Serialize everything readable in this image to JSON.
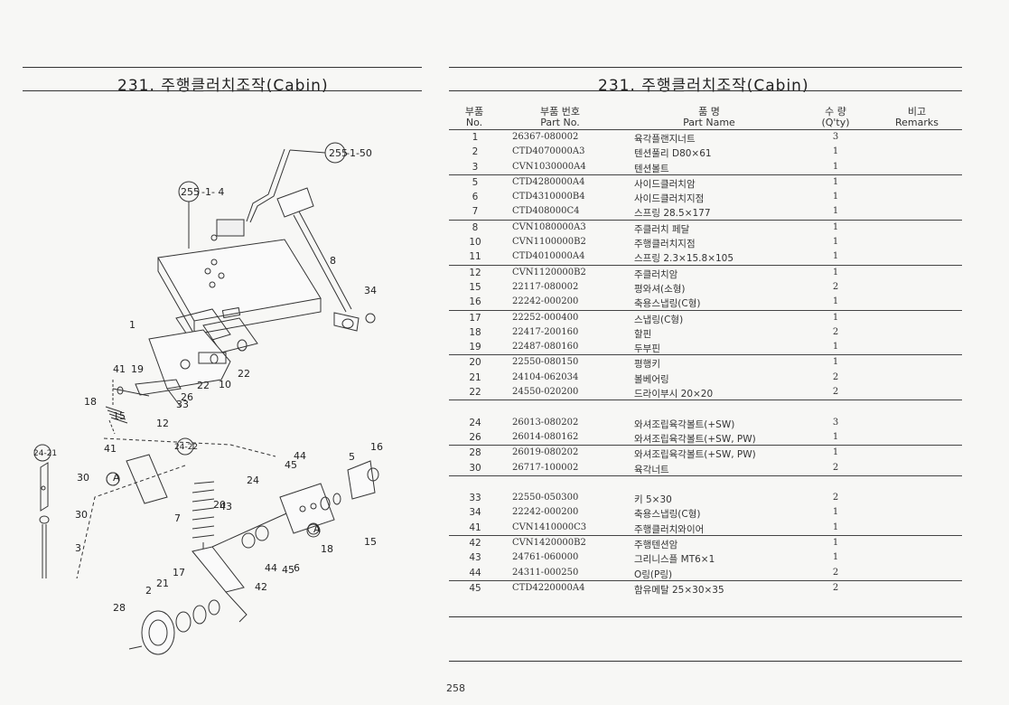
{
  "page": {
    "left_title": "231. 주행클러치조작(Cabin)",
    "right_title": "231. 주행클러치조작(Cabin)",
    "page_number": "258"
  },
  "table": {
    "headers": {
      "no_ko": "부품",
      "no_en": "No.",
      "part_ko": "부품  번호",
      "part_en": "Part  No.",
      "name_ko": "품        명",
      "name_en": "Part      Name",
      "qty_ko": "수  량",
      "qty_en": "(Q'ty)",
      "remarks_ko": "비고",
      "remarks_en": "Remarks"
    },
    "rows": [
      {
        "no": "1",
        "part": "26367-080002",
        "name": "육각플랜지너트",
        "qty": "3"
      },
      {
        "no": "2",
        "part": "CTD4070000A3",
        "name": "텐션풀리 D80×61",
        "qty": "1"
      },
      {
        "no": "3",
        "part": "CVN1030000A4",
        "name": "텐션볼트",
        "qty": "1"
      },
      {
        "no": "5",
        "part": "CTD4280000A4",
        "name": "사이드클러치암",
        "qty": "1"
      },
      {
        "no": "6",
        "part": "CTD4310000B4",
        "name": "사이드클러치지점",
        "qty": "1"
      },
      {
        "no": "7",
        "part": "CTD408000C4",
        "name": "스프링 28.5×177",
        "qty": "1"
      },
      {
        "no": "8",
        "part": "CVN1080000A3",
        "name": "주클러치 페달",
        "qty": "1"
      },
      {
        "no": "10",
        "part": "CVN1100000B2",
        "name": "주행클러치지점",
        "qty": "1"
      },
      {
        "no": "11",
        "part": "CTD4010000A4",
        "name": "스프링 2.3×15.8×105",
        "qty": "1"
      },
      {
        "no": "12",
        "part": "CVN1120000B2",
        "name": "주클러치암",
        "qty": "1"
      },
      {
        "no": "15",
        "part": "22117-080002",
        "name": "평와셔(소형)",
        "qty": "2"
      },
      {
        "no": "16",
        "part": "22242-000200",
        "name": "축용스냅링(C형)",
        "qty": "1"
      },
      {
        "no": "17",
        "part": "22252-000400",
        "name": "스냅링(C형)",
        "qty": "1"
      },
      {
        "no": "18",
        "part": "22417-200160",
        "name": "할핀",
        "qty": "2"
      },
      {
        "no": "19",
        "part": "22487-080160",
        "name": "두부핀",
        "qty": "1"
      },
      {
        "no": "20",
        "part": "22550-080150",
        "name": "평행키",
        "qty": "1"
      },
      {
        "no": "21",
        "part": "24104-062034",
        "name": "볼베어링",
        "qty": "2"
      },
      {
        "no": "22",
        "part": "24550-020200",
        "name": "드라이부시 20×20",
        "qty": "2"
      },
      {
        "no": "",
        "part": "",
        "name": "",
        "qty": ""
      },
      {
        "no": "24",
        "part": "26013-080202",
        "name": "와셔조립육각볼트(+SW)",
        "qty": "3"
      },
      {
        "no": "26",
        "part": "26014-080162",
        "name": "와셔조립육각볼트(+SW, PW)",
        "qty": "1"
      },
      {
        "no": "28",
        "part": "26019-080202",
        "name": "와셔조립육각볼트(+SW, PW)",
        "qty": "1"
      },
      {
        "no": "30",
        "part": "26717-100002",
        "name": "육각너트",
        "qty": "2"
      },
      {
        "no": "",
        "part": "",
        "name": "",
        "qty": ""
      },
      {
        "no": "33",
        "part": "22550-050300",
        "name": "키 5×30",
        "qty": "2"
      },
      {
        "no": "34",
        "part": "22242-000200",
        "name": "축용스냅링(C형)",
        "qty": "1"
      },
      {
        "no": "41",
        "part": "CVN1410000C3",
        "name": "주행클러치와이어",
        "qty": "1"
      },
      {
        "no": "42",
        "part": "CVN1420000B2",
        "name": "주행텐션암",
        "qty": "1"
      },
      {
        "no": "43",
        "part": "24761-060000",
        "name": "그리니스플 MT6×1",
        "qty": "1"
      },
      {
        "no": "44",
        "part": "24311-000250",
        "name": "O링(P링)",
        "qty": "2"
      },
      {
        "no": "45",
        "part": "CTD4220000A4",
        "name": "함유메탈 25×30×35",
        "qty": "2"
      }
    ]
  },
  "diagram": {
    "labels": {
      "ref_top": "255",
      "ref_top_suffix": "-1-50",
      "ref_left": "255",
      "ref_left_suffix": "-1- 4",
      "ref_24_21": "24-21",
      "ref_24_22": "24-22",
      "callouts": [
        "8",
        "34",
        "1",
        "19",
        "41",
        "22",
        "22",
        "10",
        "26",
        "18",
        "15",
        "33",
        "12",
        "41",
        "5",
        "16",
        "30",
        "A",
        "24",
        "45",
        "44",
        "43",
        "20",
        "7",
        "30",
        "A",
        "18",
        "15",
        "3",
        "6",
        "45",
        "44",
        "42",
        "17",
        "21",
        "2",
        "28"
      ]
    }
  }
}
